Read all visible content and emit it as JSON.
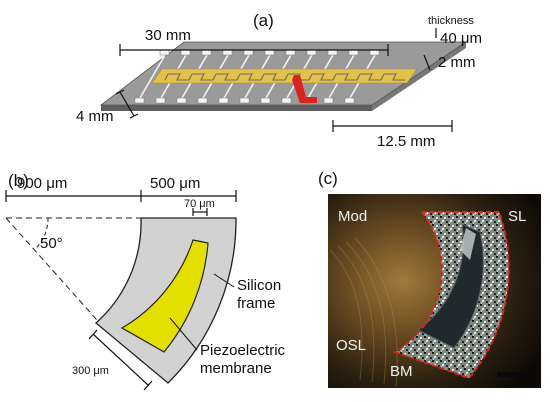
{
  "panel_a": {
    "label": "(a)",
    "dim_length": "30 mm",
    "thickness_word": "thickness",
    "thickness_value": "40 μm",
    "dim_width_right": "2 mm",
    "dim_width_left": "4 mm",
    "dim_bottom": "12.5 mm"
  },
  "panel_b": {
    "label": "(b)",
    "dim_900": "900 μm",
    "dim_500": "500 μm",
    "dim_70": "70 μm",
    "angle": "50°",
    "dim_300": "300 μm",
    "silicon_frame": [
      "Silicon",
      "frame"
    ],
    "piezo_membrane": [
      "Piezoelectric",
      "membrane"
    ]
  },
  "panel_c": {
    "label": "(c)",
    "mod": "Mod",
    "sl": "SL",
    "osl": "OSL",
    "bm": "BM"
  },
  "colors": {
    "device_gray": "#9a9a9a",
    "frame_gray": "#d2d2d2",
    "membrane_yellow": "#e3e000",
    "electrode_gold": "#e2c24a",
    "highlight_red": "#d8231f"
  }
}
